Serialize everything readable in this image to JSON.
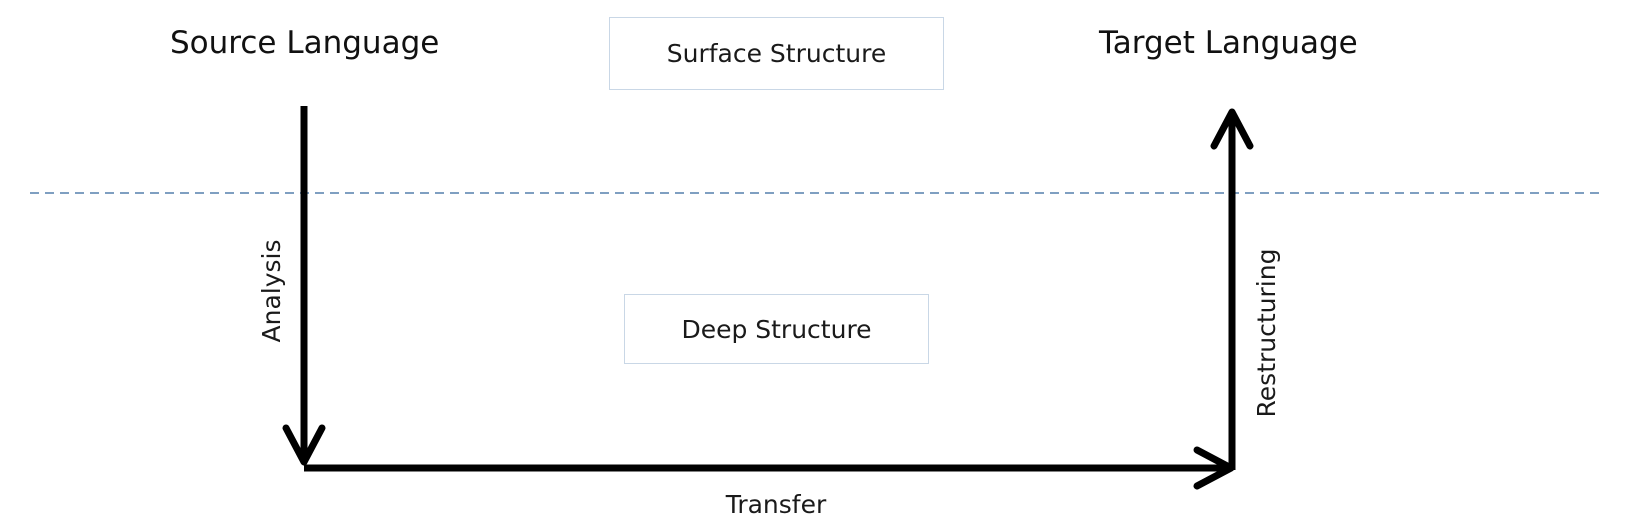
{
  "diagram": {
    "source_title": "Source Language",
    "target_title": "Target Language",
    "surface_box": "Surface Structure",
    "deep_box": "Deep Structure",
    "analysis_label": "Analysis",
    "transfer_label": "Transfer",
    "restructuring_label": "Restructuring"
  },
  "colors": {
    "arrows": "#000000",
    "divider": "#7f9fc1",
    "box_border": "#c9d7e6"
  }
}
